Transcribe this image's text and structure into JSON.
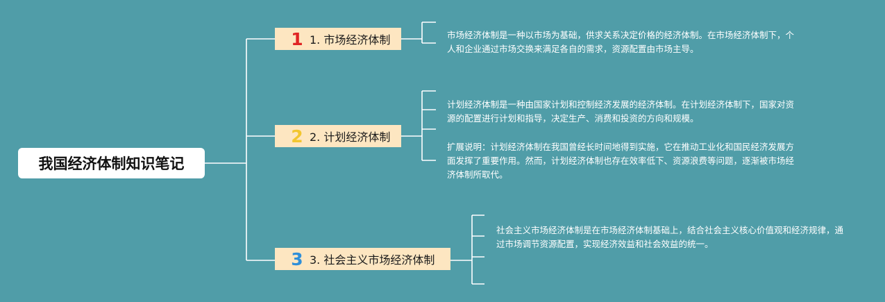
{
  "root": {
    "title": "我国经济体制知识笔记"
  },
  "branches": [
    {
      "number": "1",
      "label": "1. 市场经济体制",
      "leaves": [
        "市场经济体制是一种以市场为基础，供求关系决定价格的经济体制。在市场经济体制下，个人和企业通过市场交换来满足各自的需求，资源配置由市场主导。"
      ]
    },
    {
      "number": "2",
      "label": "2. 计划经济体制",
      "leaves": [
        "计划经济体制是一种由国家计划和控制经济发展的经济体制。在计划经济体制下，国家对资源的配置进行计划和指导，决定生产、消费和投资的方向和规模。",
        "扩展说明：计划经济体制在我国曾经长时间地得到实施，它在推动工业化和国民经济发展方面发挥了重要作用。然而，计划经济体制也存在效率低下、资源浪费等问题，逐渐被市场经济体制所取代。"
      ]
    },
    {
      "number": "3",
      "label": "3. 社会主义市场经济体制",
      "leaves": [
        "社会主义市场经济体制是在市场经济体制基础上，结合社会主义核心价值观和经济规律，通过市场调节资源配置，实现经济效益和社会效益的统一。"
      ]
    }
  ],
  "colors": {
    "background": "#509da8",
    "branch_fill": "#fde6c1",
    "number_1": "#e02424",
    "number_2": "#f2c62f",
    "number_3": "#2f8fd9",
    "connector": "#ffffff"
  }
}
